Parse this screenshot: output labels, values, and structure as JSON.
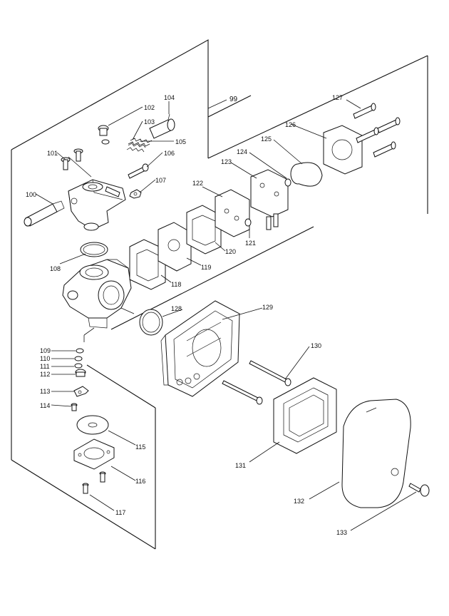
{
  "diagram": {
    "callouts": [
      {
        "id": "c99",
        "text": "99"
      },
      {
        "id": "c100",
        "text": "100"
      },
      {
        "id": "c101",
        "text": "101"
      },
      {
        "id": "c102",
        "text": "102"
      },
      {
        "id": "c103",
        "text": "103"
      },
      {
        "id": "c104",
        "text": "104"
      },
      {
        "id": "c105",
        "text": "105"
      },
      {
        "id": "c106",
        "text": "106"
      },
      {
        "id": "c107",
        "text": "107"
      },
      {
        "id": "c108",
        "text": "108"
      },
      {
        "id": "c109",
        "text": "109"
      },
      {
        "id": "c110",
        "text": "110"
      },
      {
        "id": "c111",
        "text": "111"
      },
      {
        "id": "c112",
        "text": "112"
      },
      {
        "id": "c113",
        "text": "113"
      },
      {
        "id": "c114",
        "text": "114"
      },
      {
        "id": "c115",
        "text": "115"
      },
      {
        "id": "c116",
        "text": "116"
      },
      {
        "id": "c117",
        "text": "117"
      },
      {
        "id": "c118",
        "text": "118"
      },
      {
        "id": "c119",
        "text": "119"
      },
      {
        "id": "c120",
        "text": "120"
      },
      {
        "id": "c121",
        "text": "121"
      },
      {
        "id": "c122",
        "text": "122"
      },
      {
        "id": "c123",
        "text": "123"
      },
      {
        "id": "c124",
        "text": "124"
      },
      {
        "id": "c125",
        "text": "125"
      },
      {
        "id": "c126",
        "text": "126"
      },
      {
        "id": "c127",
        "text": "127"
      },
      {
        "id": "c128",
        "text": "128"
      },
      {
        "id": "c129",
        "text": "129"
      },
      {
        "id": "c130",
        "text": "130"
      },
      {
        "id": "c131",
        "text": "131"
      },
      {
        "id": "c132",
        "text": "132"
      },
      {
        "id": "c133",
        "text": "133"
      }
    ]
  }
}
